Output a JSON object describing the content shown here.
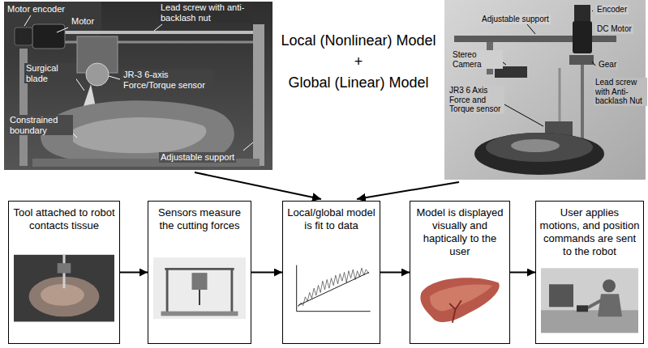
{
  "diagram": {
    "nodes": [
      {
        "text": [
          "Tool attached to robot contacts tissue"
        ]
      },
      {
        "text": [
          "Sensors measure the cutting forces"
        ]
      },
      {
        "text": [
          "Local/global model is fit to data"
        ]
      },
      {
        "text": [
          "Model is displayed visually and haptically to the user"
        ]
      },
      {
        "text": [
          "User applies motions, and position commands are sent to the robot"
        ]
      }
    ],
    "edges": [
      {
        "from": 0,
        "to": 1,
        "arrow": "to"
      },
      {
        "from": 1,
        "to": 2,
        "arrow": "to"
      },
      {
        "from": 2,
        "to": 3,
        "arrow": "to"
      },
      {
        "from": 3,
        "to": 4,
        "arrow": "to"
      }
    ],
    "labels": [
      "Motor encoder",
      "Motor",
      "Lead screw with anti-backlash nut",
      "Surgical blade",
      "JR-3 6-axis Force/Torque sensor",
      "Constrained boundary",
      "Adjustable support",
      "Local (Nonlinear) Model",
      "+",
      "Global (Linear) Model",
      "Adjustable support",
      "Encoder",
      "DC Motor",
      "Stereo Camera",
      "Gear",
      "Lead screw with Anti-backlash Nut",
      "JR3 6 Axis Force and Torque sensor"
    ]
  }
}
